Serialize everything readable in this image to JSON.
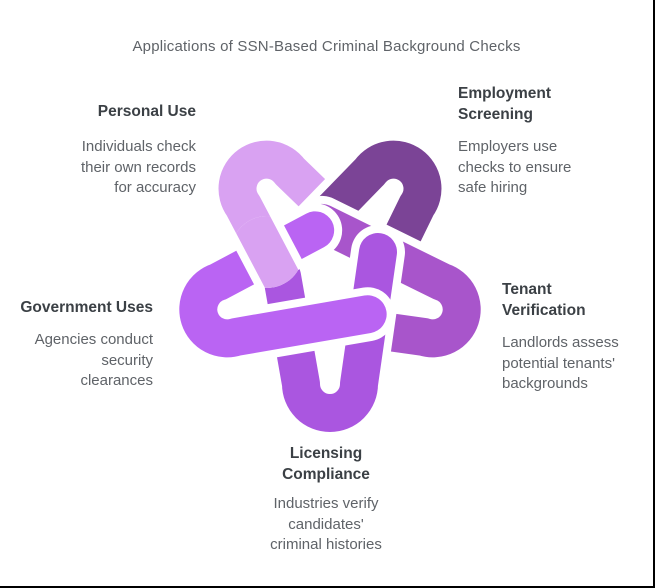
{
  "title": "Applications of SSN-Based Criminal Background Checks",
  "colors": {
    "background": "#ffffff",
    "frame_border": "#000000",
    "heading_text": "#3b4045",
    "body_text": "#5f6368",
    "title_text": "#5f6368"
  },
  "sections": [
    {
      "id": "personal-use",
      "heading_lines": [
        "Personal Use"
      ],
      "body_lines": [
        "Individuals check",
        "their own records",
        "for accuracy"
      ]
    },
    {
      "id": "employment-screening",
      "heading_lines": [
        "Employment",
        "Screening"
      ],
      "body_lines": [
        "Employers use",
        "checks to ensure",
        "safe hiring"
      ]
    },
    {
      "id": "tenant-verification",
      "heading_lines": [
        "Tenant",
        "Verification"
      ],
      "body_lines": [
        "Landlords assess",
        "potential tenants'",
        "backgrounds"
      ]
    },
    {
      "id": "licensing-compliance",
      "heading_lines": [
        "Licensing",
        "Compliance"
      ],
      "body_lines": [
        "Industries verify",
        "candidates'",
        "criminal histories"
      ]
    },
    {
      "id": "government-uses",
      "heading_lines": [
        "Government Uses"
      ],
      "body_lines": [
        "Agencies conduct",
        "security",
        "clearances"
      ]
    }
  ],
  "knot": {
    "petals": [
      {
        "name": "personal-use",
        "color": "#d9a2f2"
      },
      {
        "name": "employment-screening",
        "color": "#7b4496"
      },
      {
        "name": "tenant-verification",
        "color": "#a855cb"
      },
      {
        "name": "licensing-compliance",
        "color": "#aa56e0"
      },
      {
        "name": "government-uses",
        "color": "#ba64f3"
      }
    ],
    "halo_color": "#ffffff"
  }
}
